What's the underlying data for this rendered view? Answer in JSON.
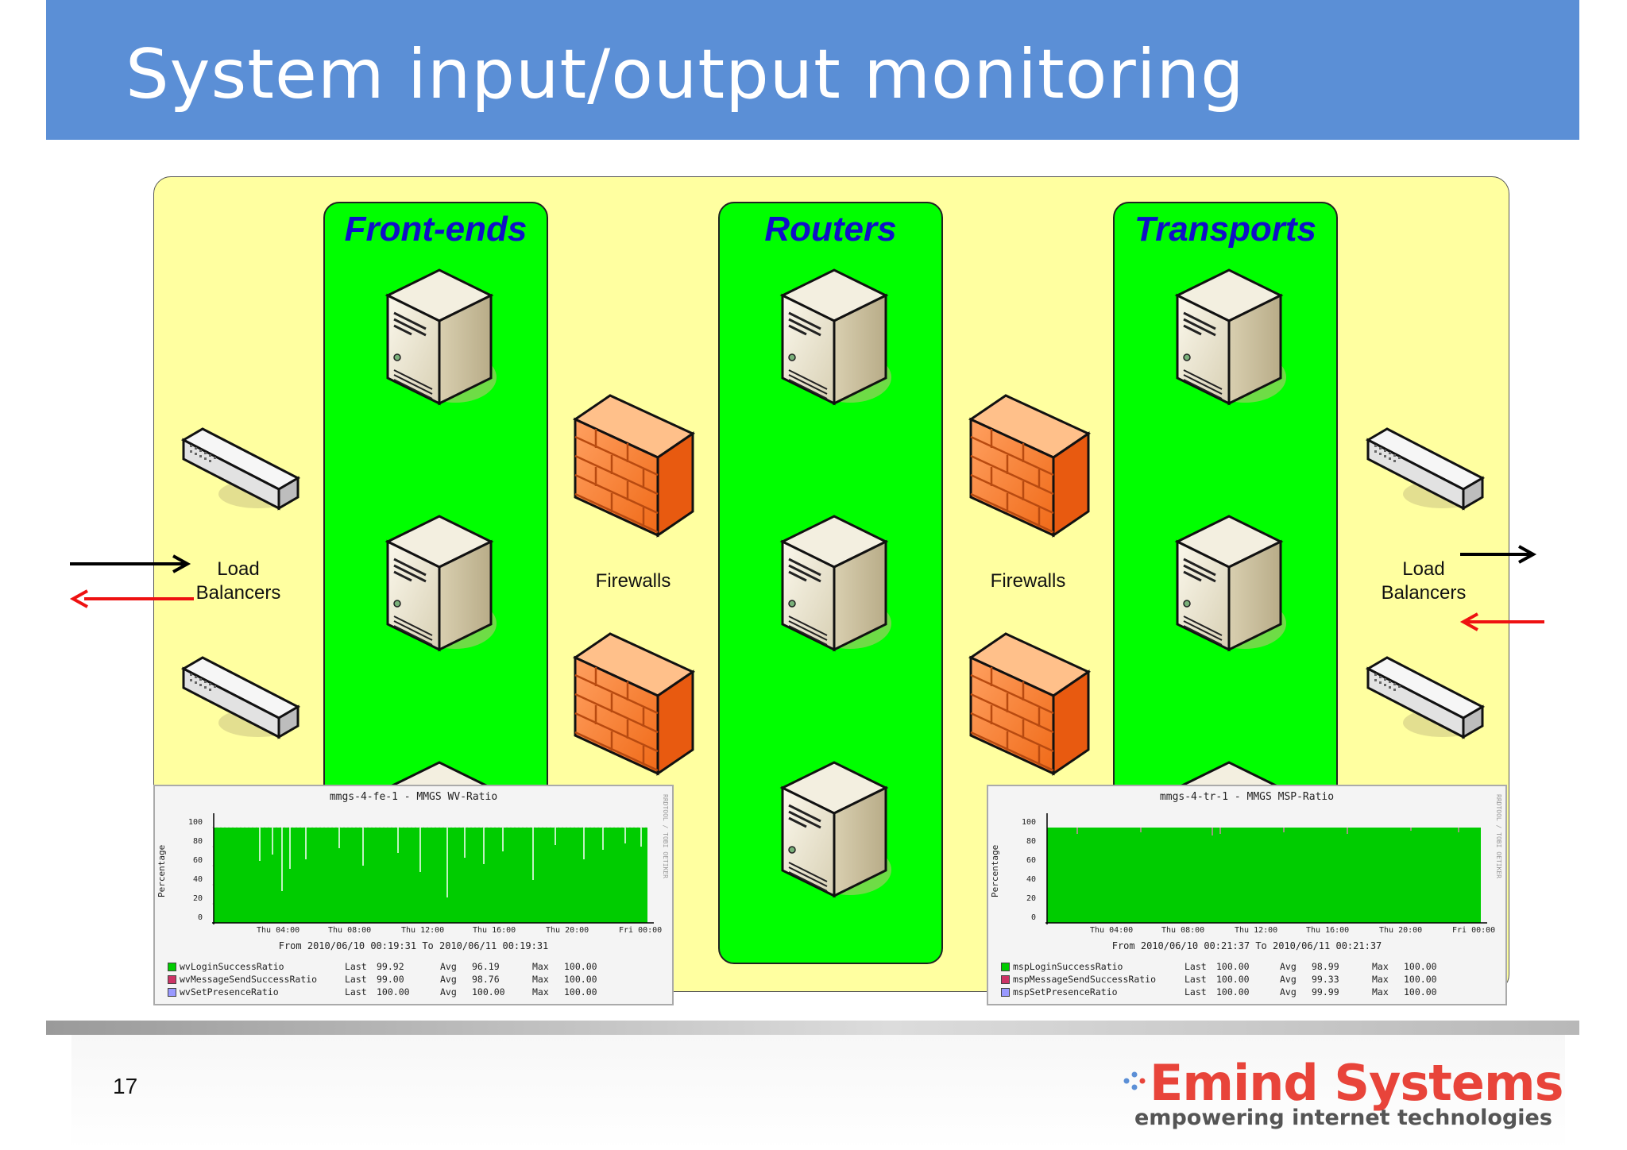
{
  "slide": {
    "title": "System input/output monitoring",
    "page_number": "17",
    "accent_color": "#5b8fd6"
  },
  "diagram": {
    "tiers": [
      {
        "label": "Front-ends"
      },
      {
        "label": "Routers"
      },
      {
        "label": "Transports"
      }
    ],
    "labels": {
      "load_balancers_left_1": "Load",
      "load_balancers_left_2": "Balancers",
      "firewalls_left": "Firewalls",
      "firewalls_right": "Firewalls",
      "load_balancers_right_1": "Load",
      "load_balancers_right_2": "Balancers"
    },
    "icons": [
      "server-icon",
      "firewall-icon",
      "switch-icon",
      "arrow-icon"
    ]
  },
  "graphs": [
    {
      "title": "mmgs-4-fe-1 - MMGS WV-Ratio",
      "side_text": "RRDTOOL / TOBI OETIKER",
      "ylabel": "Percentage",
      "yticks": [
        "100",
        "80",
        "60",
        "40",
        "20",
        "0"
      ],
      "xticks": [
        "Thu 04:00",
        "Thu 08:00",
        "Thu 12:00",
        "Thu 16:00",
        "Thu 20:00",
        "Fri 00:00"
      ],
      "range": "From 2010/06/10 00:19:31 To 2010/06/11 00:19:31",
      "legend": [
        {
          "name": "wvLoginSuccessRatio",
          "last": "99.92",
          "avg": "96.19",
          "max": "100.00",
          "color": "#00cc00"
        },
        {
          "name": "wvMessageSendSuccessRatio",
          "last": "99.00",
          "avg": "98.76",
          "max": "100.00",
          "color": "#cc3366"
        },
        {
          "name": "wvSetPresenceRatio",
          "last": "100.00",
          "avg": "100.00",
          "max": "100.00",
          "color": "#9999ff"
        }
      ]
    },
    {
      "title": "mmgs-4-tr-1 - MMGS MSP-Ratio",
      "side_text": "RRDTOOL / TOBI OETIKER",
      "ylabel": "Percentage",
      "yticks": [
        "100",
        "80",
        "60",
        "40",
        "20",
        "0"
      ],
      "xticks": [
        "Thu 04:00",
        "Thu 08:00",
        "Thu 12:00",
        "Thu 16:00",
        "Thu 20:00",
        "Fri 00:00"
      ],
      "range": "From 2010/06/10 00:21:37 To 2010/06/11 00:21:37",
      "legend": [
        {
          "name": "mspLoginSuccessRatio",
          "last": "100.00",
          "avg": "98.99",
          "max": "100.00",
          "color": "#00cc00"
        },
        {
          "name": "mspMessageSendSuccessRatio",
          "last": "100.00",
          "avg": "99.33",
          "max": "100.00",
          "color": "#cc3366"
        },
        {
          "name": "mspSetPresenceRatio",
          "last": "100.00",
          "avg": "99.99",
          "max": "100.00",
          "color": "#9999ff"
        }
      ]
    }
  ],
  "legend_words": {
    "last": "Last",
    "avg": "Avg",
    "max": "Max"
  },
  "logo": {
    "name": "Emind Systems",
    "tagline": "empowering internet technologies",
    "color": "#e8443a"
  }
}
